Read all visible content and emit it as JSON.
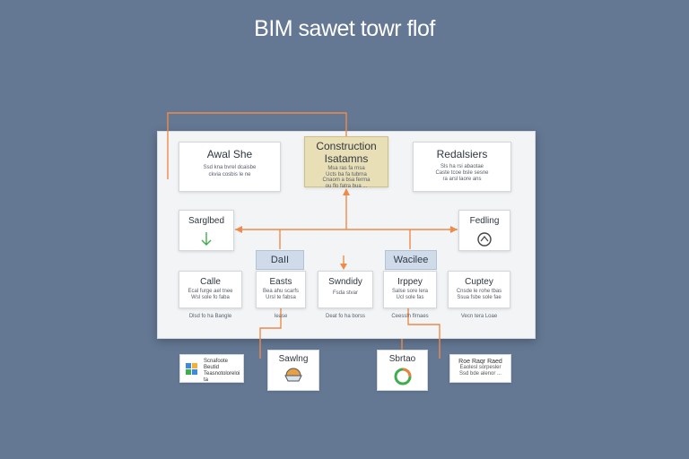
{
  "title": "BIM sawet towr flof",
  "top": {
    "left": {
      "label": "Awal She",
      "desc": [
        "Ssd kna bvrel dcaisbe",
        "ckvia cosbis le ne"
      ]
    },
    "center": {
      "label": "Construction",
      "label2": "Isatamns",
      "desc": [
        "Msa ras fa rnsa",
        "Ucts ba fa tubrna",
        "Cnaom a bsa ferrna",
        "ou flo fatra bua ..."
      ]
    },
    "right": {
      "label": "Redalsiers",
      "desc": [
        "Sls ha rsi abaotae",
        "Caste tcoe bsle sesne",
        "ra arsl laore ans"
      ]
    }
  },
  "middle": {
    "left": {
      "label": "Sarglbed"
    },
    "right": {
      "label": "Fedling"
    }
  },
  "tags": {
    "left": "DaII",
    "right": "Wacilee"
  },
  "row": [
    {
      "label": "Calle",
      "desc": [
        "Ecal furge ael tnee",
        "Wsl sole fo faba"
      ],
      "caption": "Dlsd fo ha Bangle"
    },
    {
      "label": "Easts",
      "desc": [
        "Bea ahu scarfs",
        "Ursl te fabsa"
      ],
      "caption": "Iease"
    },
    {
      "label": "Swndidy",
      "desc": [
        "Fsda stvar"
      ],
      "caption": "Deat fo ha borss"
    },
    {
      "label": "Irppey",
      "desc": [
        "Salse sore lera",
        "Ucl sole fas"
      ],
      "caption": "Ceesslh flrnaes"
    },
    {
      "label": "Cuptey",
      "desc": [
        "Cnsde le rohe tbas",
        "Ssua fsbe sole fae"
      ],
      "caption": "Vecn tera Loae"
    }
  ],
  "bottom": [
    {
      "label": "Scnafoote",
      "label2": "Beutid",
      "desc": "Teasnotoloreloi ta"
    },
    {
      "label": "Sawlng"
    },
    {
      "label": "Sbrtao"
    },
    {
      "label": "Roe Raqr Raed",
      "desc": [
        "Eaolesl sorpesler",
        "Ssd bde alenor ..."
      ]
    }
  ],
  "colors": {
    "background": "#647894",
    "connector": "#ee8a4a",
    "accent_tan": "#e9dfb6"
  }
}
